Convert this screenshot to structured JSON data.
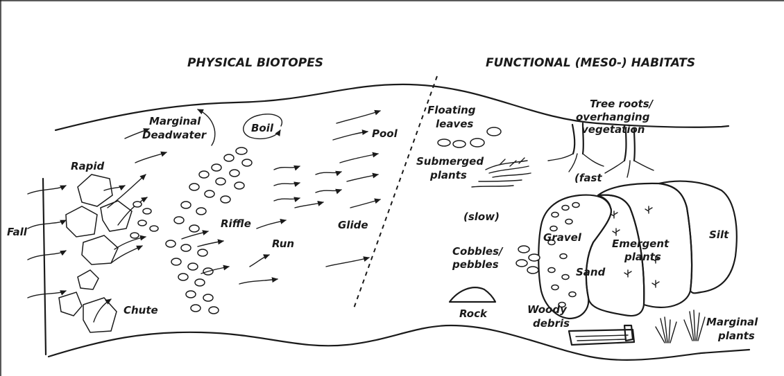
{
  "headers": {
    "left": "PHYSICAL BIOTOPES",
    "right": "FUNCTIONAL (MES0-) HABITATS"
  },
  "biotopes": {
    "fall": "Fall",
    "rapid": "Rapid",
    "marginal_deadwater_1": "Marginal",
    "marginal_deadwater_2": "Deadwater",
    "boil": "Boil",
    "pool": "Pool",
    "riffle": "Riffle",
    "run": "Run",
    "glide": "Glide",
    "chute": "Chute"
  },
  "habitats": {
    "floating_leaves_1": "Floating",
    "floating_leaves_2": "leaves",
    "tree_roots_1": "Tree roots/",
    "tree_roots_2": "overhanging",
    "tree_roots_3": "vegetation",
    "submerged_1": "Submerged",
    "submerged_2": "plants",
    "fast": "(fast",
    "slow": "(slow)",
    "gravel": "Gravel",
    "cobbles_1": "Cobbles/",
    "cobbles_2": "pebbles",
    "emergent_1": "Emergent",
    "emergent_2": "plants",
    "silt": "Silt",
    "sand": "Sand",
    "rock": "Rock",
    "woody_1": "Woody",
    "woody_2": "debris",
    "marginal_plants_1": "Marginal",
    "marginal_plants_2": "plants"
  }
}
